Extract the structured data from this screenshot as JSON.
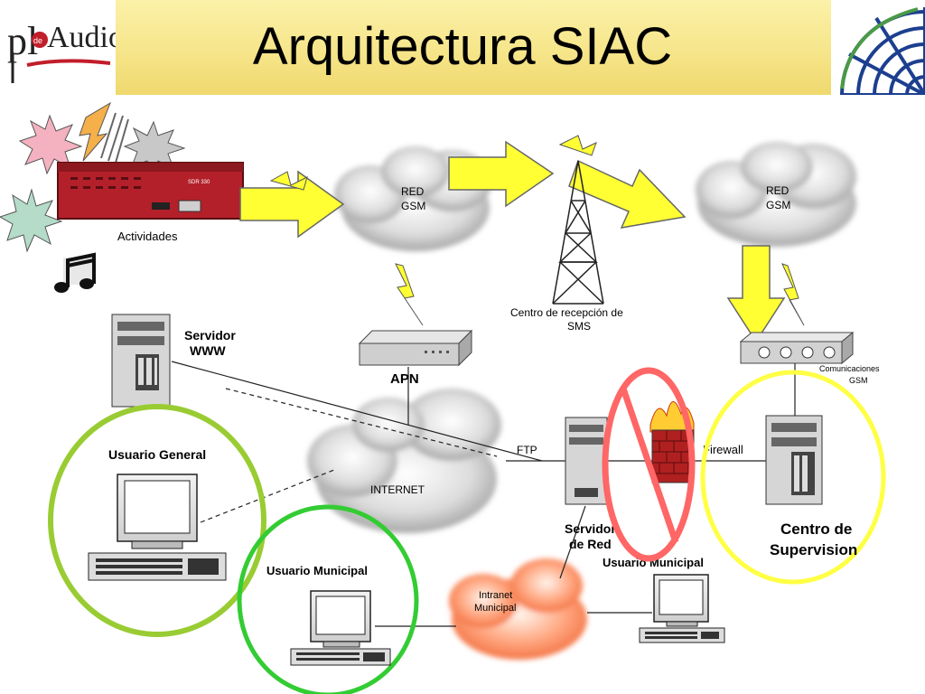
{
  "title": "Arquitectura SIAC",
  "logo": {
    "brand": "pdeAudio"
  },
  "labels": {
    "actividades": "Actividades",
    "red_gsm_1_line1": "RED",
    "red_gsm_1_line2": "GSM",
    "red_gsm_2_line1": "RED",
    "red_gsm_2_line2": "GSM",
    "sms_center_line1": "Centro de recepción de",
    "sms_center_line2": "SMS",
    "servidor_www_line1": "Servidor",
    "servidor_www_line2": "WWW",
    "apn": "APN",
    "comunicaciones_line1": "Comunicaciones",
    "comunicaciones_line2": "GSM",
    "usuario_general": "Usuario General",
    "internet": "INTERNET",
    "ftp": "FTP",
    "firewall": "Firewall",
    "servidor_red_line1": "Servidor",
    "servidor_red_line2": "de Red",
    "centro_supervision_line1": "Centro de",
    "centro_supervision_line2": "Supervision",
    "usuario_municipal_1": "Usuario Municipal",
    "usuario_municipal_2": "Usuario Municipal",
    "intranet_line1": "Intranet",
    "intranet_line2": "Municipal",
    "device_model": "SDR 330"
  },
  "colors": {
    "arrow": "#ffff33",
    "circle_general": "#99cc33",
    "circle_municipal": "#33cc33",
    "circle_supervision": "#ffff44",
    "no_sign": "#ff3333",
    "device": "#b3202a"
  }
}
